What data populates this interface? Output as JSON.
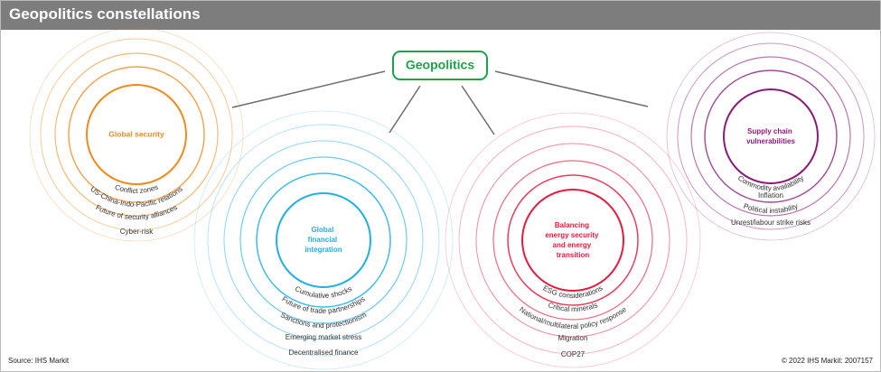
{
  "header": {
    "title": "Geopolitics constellations"
  },
  "center": {
    "label": "Geopolitics",
    "color": "#1aa34a"
  },
  "clusters": [
    {
      "id": "global-security",
      "title_lines": [
        "Global security"
      ],
      "color": "#f08a1c",
      "ring_labels": [
        "Conflict zones",
        "US-China-Indo-Pacific relations",
        "Future of security alliances",
        "Cyber-risk"
      ]
    },
    {
      "id": "global-financial-integration",
      "title_lines": [
        "Global",
        "financial",
        "integration"
      ],
      "color": "#1fb0e4",
      "ring_labels": [
        "Cumulative shocks",
        "Future of trade partnerships",
        "Sanctions and protectionism",
        "Emerging market stress",
        "Decentralised finance"
      ]
    },
    {
      "id": "energy-security-transition",
      "title_lines": [
        "Balancing",
        "energy security",
        "and energy",
        "transition"
      ],
      "color": "#e31b3f",
      "ring_labels": [
        "ESG considerations",
        "Critical minerals",
        "National/multilateral policy response",
        "Migration",
        "COP27"
      ]
    },
    {
      "id": "supply-chain-vulnerabilities",
      "title_lines": [
        "Supply chain",
        "vulnerabilities"
      ],
      "color": "#8a1b7c",
      "ring_labels": [
        "Commodity availability",
        "Inflation",
        "Political instability",
        "Unrest/labour strike risks"
      ]
    }
  ],
  "footer": {
    "source": "Source: IHS Markit",
    "copyright": "© 2022 IHS Markit: 2007157"
  }
}
